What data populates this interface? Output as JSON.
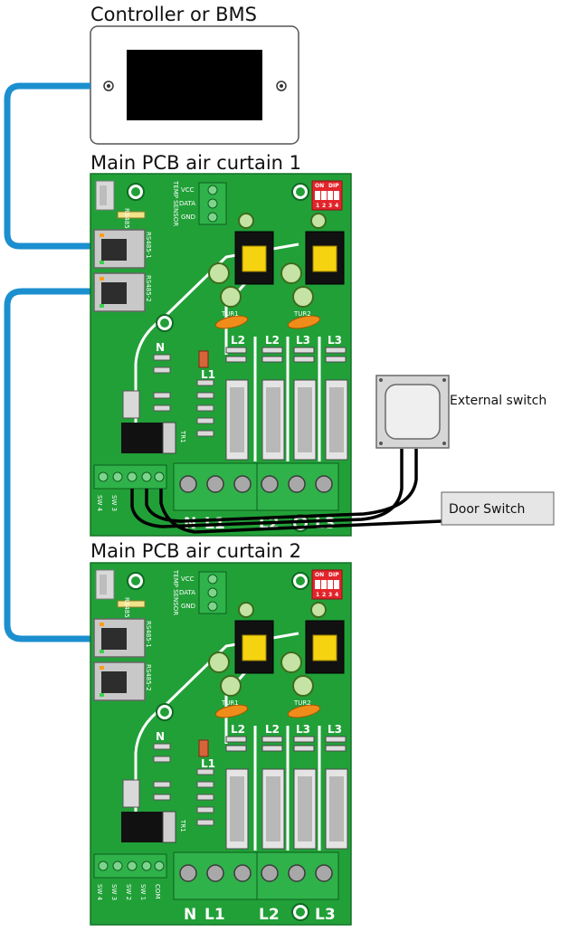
{
  "labels": {
    "controller": "Controller or BMS",
    "pcb1": "Main PCB air curtain 1",
    "pcb2": "Main PCB air curtain 2",
    "external_switch": "External switch",
    "door_switch": "Door Switch"
  },
  "pcb": {
    "rs485": "RS485",
    "rs485_1": "RS485-1",
    "rs485_2": "RS485-2",
    "temp_sensor": "TEMP SENSOR",
    "vcc": "VCC",
    "data": "DATA",
    "gnd": "GND",
    "dip_on": "ON",
    "dip_dip": "DIP",
    "dip_nums": [
      "1",
      "2",
      "3",
      "4"
    ],
    "tur1": "TUR1",
    "tur2": "TUR2",
    "tr1": "TR1",
    "fuse_top": [
      "L2",
      "L2",
      "L3",
      "L3"
    ],
    "n_label": "N",
    "l1_label": "L1",
    "terminals": [
      "N",
      "L1",
      "L2",
      "L3"
    ],
    "sw": [
      "SW 4",
      "SW 3",
      "SW 2",
      "SW 1",
      "COM"
    ]
  },
  "colors": {
    "pcb_green": "#21a038",
    "pcb_dark": "#15832a",
    "cable_blue": "#1b8fcf",
    "terminal_green": "#2fb24a",
    "relay_yellow": "#f5d311",
    "dip_red": "#e3242b"
  }
}
